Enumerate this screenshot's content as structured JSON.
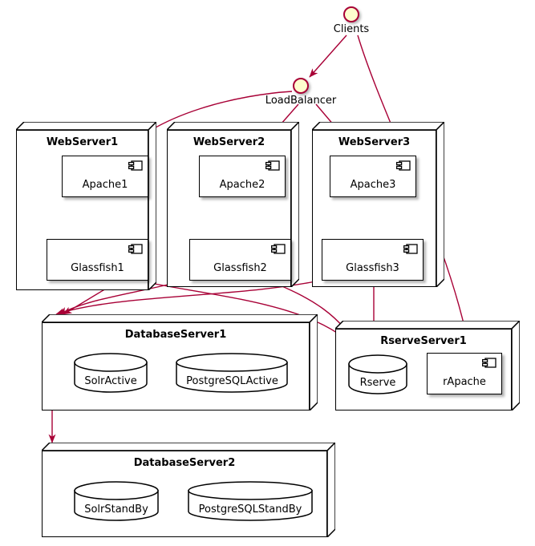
{
  "diagram": {
    "type": "uml-deployment-diagram",
    "accent_color": "#A80036",
    "interface_fill": "#FEFECE",
    "node_fill": "#FFFFFF",
    "line_color": "#000000"
  },
  "interfaces": [
    {
      "name": "clients",
      "label": "Clients"
    },
    {
      "name": "load-balancer",
      "label": "LoadBalancer"
    }
  ],
  "nodes": [
    {
      "name": "webserver1",
      "label": "WebServer1",
      "components": [
        {
          "name": "apache1",
          "label": "Apache1"
        },
        {
          "name": "glassfish1",
          "label": "Glassfish1"
        }
      ]
    },
    {
      "name": "webserver2",
      "label": "WebServer2",
      "components": [
        {
          "name": "apache2",
          "label": "Apache2"
        },
        {
          "name": "glassfish2",
          "label": "Glassfish2"
        }
      ]
    },
    {
      "name": "webserver3",
      "label": "WebServer3",
      "components": [
        {
          "name": "apache3",
          "label": "Apache3"
        },
        {
          "name": "glassfish3",
          "label": "Glassfish3"
        }
      ]
    },
    {
      "name": "databaseserver1",
      "label": "DatabaseServer1",
      "databases": [
        {
          "name": "solractive",
          "label": "SolrActive"
        },
        {
          "name": "postgresqlactive",
          "label": "PostgreSQLActive"
        }
      ]
    },
    {
      "name": "rserveserver1",
      "label": "RserveServer1",
      "databases": [
        {
          "name": "rserve",
          "label": "Rserve"
        }
      ],
      "components": [
        {
          "name": "rapache",
          "label": "rApache"
        }
      ]
    },
    {
      "name": "databaseserver2",
      "label": "DatabaseServer2",
      "databases": [
        {
          "name": "solrstandby",
          "label": "SolrStandBy"
        },
        {
          "name": "postgresqlstandby",
          "label": "PostgreSQLStandBy"
        }
      ]
    }
  ],
  "connections": [
    {
      "from": "Clients",
      "to": "LoadBalancer"
    },
    {
      "from": "Clients",
      "to": "rApache"
    },
    {
      "from": "LoadBalancer",
      "to": "Apache1"
    },
    {
      "from": "LoadBalancer",
      "to": "Apache2"
    },
    {
      "from": "LoadBalancer",
      "to": "Apache3"
    },
    {
      "from": "Apache1",
      "to": "Glassfish1"
    },
    {
      "from": "Apache2",
      "to": "Glassfish2"
    },
    {
      "from": "Apache3",
      "to": "Glassfish3"
    },
    {
      "from": "Glassfish1",
      "to": "DatabaseServer1"
    },
    {
      "from": "Glassfish2",
      "to": "DatabaseServer1"
    },
    {
      "from": "Glassfish3",
      "to": "DatabaseServer1"
    },
    {
      "from": "Glassfish1",
      "to": "Rserve"
    },
    {
      "from": "Glassfish2",
      "to": "Rserve"
    },
    {
      "from": "Glassfish3",
      "to": "Rserve"
    },
    {
      "from": "DatabaseServer1",
      "to": "DatabaseServer2"
    }
  ]
}
